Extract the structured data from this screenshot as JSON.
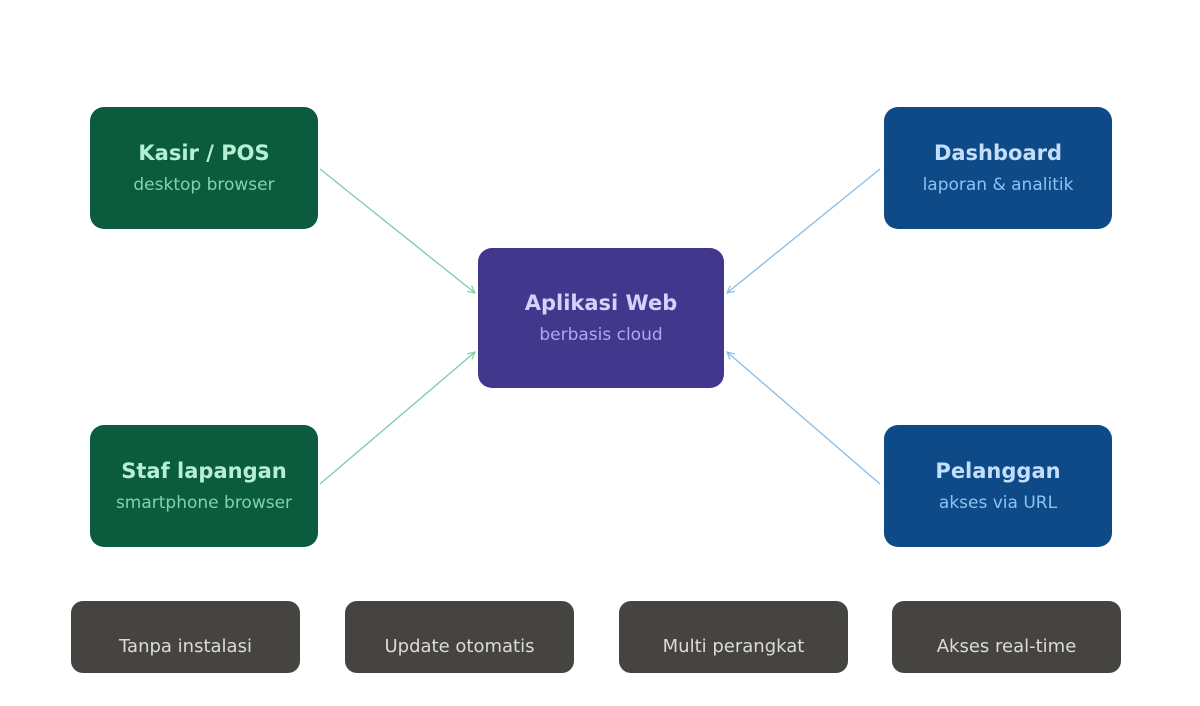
{
  "diagram": {
    "center": {
      "title": "Aplikasi Web",
      "subtitle": "berbasis cloud",
      "color": "#41378c"
    },
    "nodes": [
      {
        "id": "kasir",
        "title": "Kasir / POS",
        "subtitle": "desktop browser",
        "color": "#0b5c3f",
        "arrow_color": "#82cfa9"
      },
      {
        "id": "staf",
        "title": "Staf lapangan",
        "subtitle": "smartphone browser",
        "color": "#0b5c3f",
        "arrow_color": "#82cfa9"
      },
      {
        "id": "dashboard",
        "title": "Dashboard",
        "subtitle": "laporan & analitik",
        "color": "#0e4a87",
        "arrow_color": "#8fbfe6"
      },
      {
        "id": "pelanggan",
        "title": "Pelanggan",
        "subtitle": "akses via URL",
        "color": "#0e4a87",
        "arrow_color": "#8fbfe6"
      }
    ],
    "features": [
      "Tanpa instalasi",
      "Update otomatis",
      "Multi perangkat",
      "Akses real-time"
    ],
    "feature_color": "#454441"
  }
}
